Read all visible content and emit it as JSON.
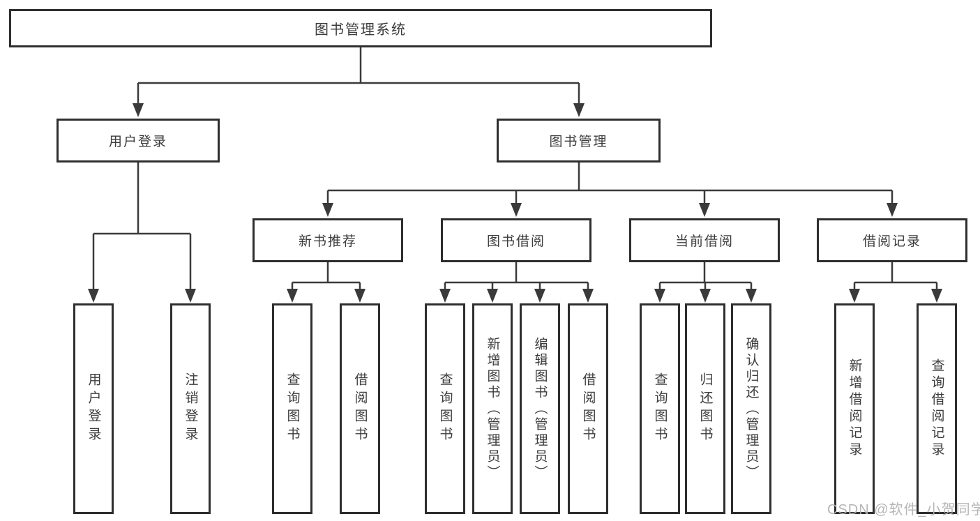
{
  "diagram": {
    "root": {
      "label": "图书管理系统"
    },
    "level2": [
      {
        "label": "用户登录"
      },
      {
        "label": "图书管理"
      }
    ],
    "level3": [
      {
        "label": "新书推荐"
      },
      {
        "label": "图书借阅"
      },
      {
        "label": "当前借阅"
      },
      {
        "label": "借阅记录"
      }
    ],
    "leaves": [
      {
        "label": "用户登录"
      },
      {
        "label": "注销登录"
      },
      {
        "label": "查询图书"
      },
      {
        "label": "借阅图书"
      },
      {
        "label": "查询图书"
      },
      {
        "label": "新增图书（管理员）"
      },
      {
        "label": "编辑图书（管理员）"
      },
      {
        "label": "借阅图书"
      },
      {
        "label": "查询图书"
      },
      {
        "label": "归还图书"
      },
      {
        "label": "确认归还（管理员）"
      },
      {
        "label": "新增借阅记录"
      },
      {
        "label": "查询借阅记录"
      }
    ]
  },
  "watermark": {
    "text": "CSDN @软件_小贺同学"
  },
  "colors": {
    "line": "#3a3a3a",
    "border": "#2e2e2e",
    "text": "#3c3c3c",
    "watermark": "#b2b2b2",
    "background": "#ffffff"
  }
}
